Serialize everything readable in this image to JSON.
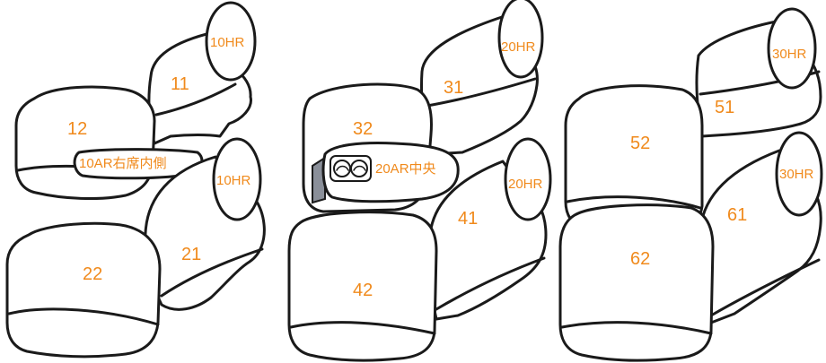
{
  "colors": {
    "label": "#f08a1c",
    "line": "#1a1a1a",
    "console": "#8a8f99"
  },
  "groups": {
    "row1": {
      "labels": {
        "p11": "11",
        "p12": "12",
        "p21": "21",
        "p22": "22",
        "hr_top": "10HR",
        "hr_bottom": "10HR",
        "armrest": "10AR右席内側"
      }
    },
    "row2": {
      "labels": {
        "p31": "31",
        "p32": "32",
        "p41": "41",
        "p42": "42",
        "hr_top": "20HR",
        "hr_bottom": "20HR",
        "armrest": "20AR中央"
      }
    },
    "row3": {
      "labels": {
        "p51": "51",
        "p52": "52",
        "p61": "61",
        "p62": "62",
        "hr_top": "30HR",
        "hr_bottom": "30HR"
      }
    }
  }
}
